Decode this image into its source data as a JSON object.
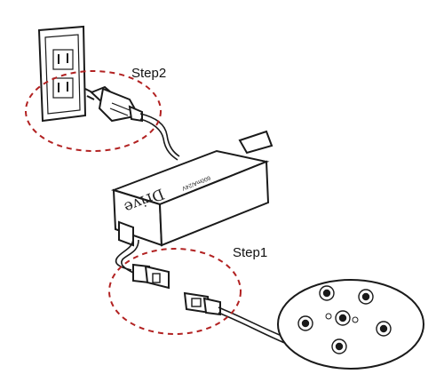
{
  "steps": {
    "step1_label": "Step1",
    "step2_label": "Step2"
  },
  "driver": {
    "brand_text": "Drive",
    "spec_text": "600mA/24V"
  },
  "colors": {
    "outline": "#1a1a1a",
    "dashed_circle": "#b22222",
    "background": "#ffffff"
  },
  "icons": {
    "wall_outlet": "wall-outlet-icon",
    "plug": "power-plug-icon",
    "driver_box": "led-driver-icon",
    "connector": "cable-connector-icon",
    "led_board": "led-board-icon"
  }
}
